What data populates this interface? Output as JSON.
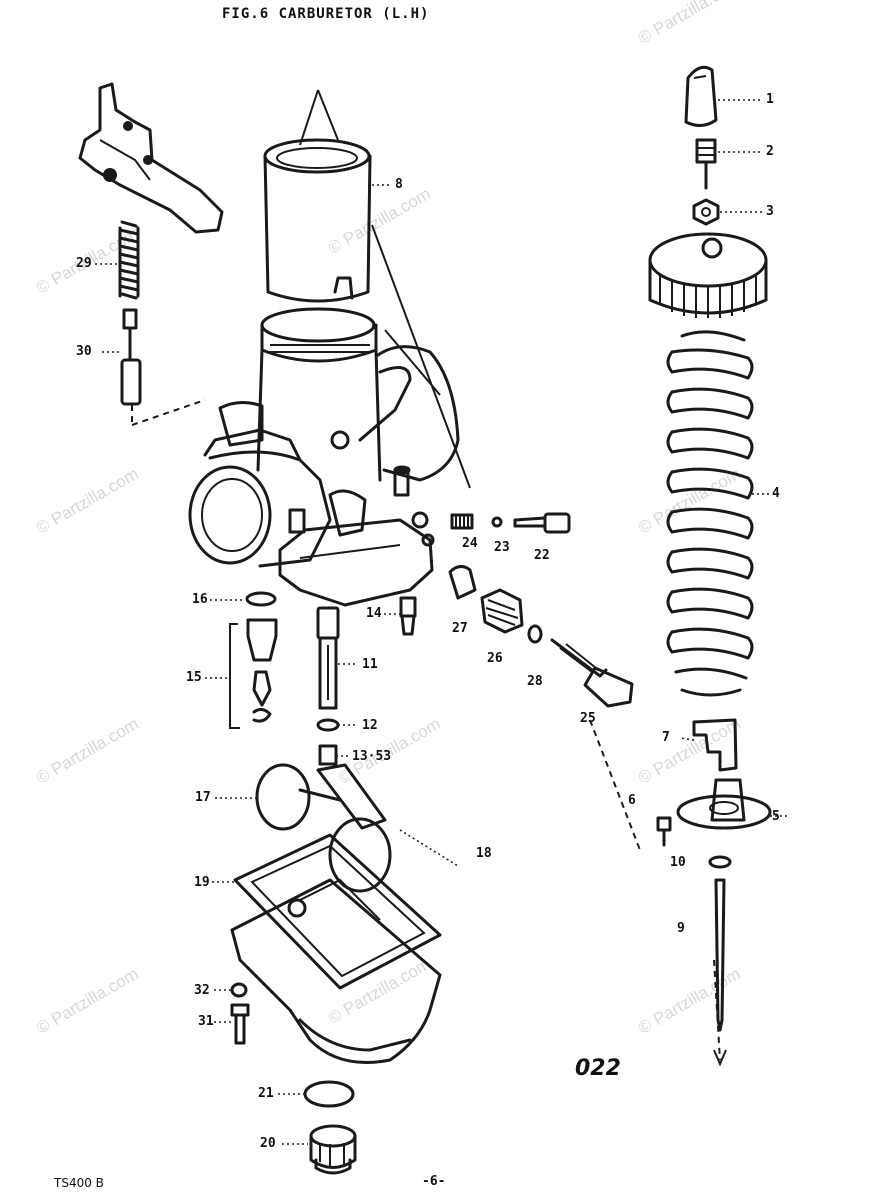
{
  "figure": {
    "title": "FIG.6 CARBURETOR (L.H)",
    "diagram_code": "022",
    "model": "TS400 B",
    "page_number": "-6-"
  },
  "watermark": {
    "text": "© Partzilla.com"
  },
  "callouts": [
    {
      "id": "c1",
      "label": "1"
    },
    {
      "id": "c2",
      "label": "2"
    },
    {
      "id": "c3",
      "label": "3"
    },
    {
      "id": "c4",
      "label": "4"
    },
    {
      "id": "c5",
      "label": "5"
    },
    {
      "id": "c6",
      "label": "6"
    },
    {
      "id": "c7",
      "label": "7"
    },
    {
      "id": "c8",
      "label": "8"
    },
    {
      "id": "c9",
      "label": "9"
    },
    {
      "id": "c10",
      "label": "10"
    },
    {
      "id": "c11",
      "label": "11"
    },
    {
      "id": "c12",
      "label": "12"
    },
    {
      "id": "c13",
      "label": "13·53"
    },
    {
      "id": "c14",
      "label": "14"
    },
    {
      "id": "c15",
      "label": "15"
    },
    {
      "id": "c16",
      "label": "16"
    },
    {
      "id": "c17",
      "label": "17"
    },
    {
      "id": "c18",
      "label": "18"
    },
    {
      "id": "c19",
      "label": "19"
    },
    {
      "id": "c20",
      "label": "20"
    },
    {
      "id": "c21",
      "label": "21"
    },
    {
      "id": "c22",
      "label": "22"
    },
    {
      "id": "c23",
      "label": "23"
    },
    {
      "id": "c24",
      "label": "24"
    },
    {
      "id": "c25",
      "label": "25"
    },
    {
      "id": "c26",
      "label": "26"
    },
    {
      "id": "c27",
      "label": "27"
    },
    {
      "id": "c28",
      "label": "28"
    },
    {
      "id": "c29",
      "label": "29"
    },
    {
      "id": "c30",
      "label": "30"
    },
    {
      "id": "c31",
      "label": "31"
    },
    {
      "id": "c32",
      "label": "32"
    }
  ]
}
